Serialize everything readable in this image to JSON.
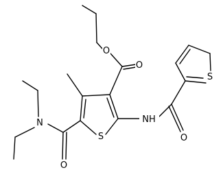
{
  "figure": {
    "kind": "skeletal-structure",
    "background_color": "#ffffff",
    "line_color": "#000000"
  },
  "atoms": {
    "ester_carbonyl_O": "O",
    "ester_ether_O": "O",
    "amide_NH": "NH",
    "amide_carbonyl_O_right": "O",
    "thiophene_S_right": "S",
    "thiophene_S_center": "S",
    "amine_N": "N",
    "amide_carbonyl_O_left": "O"
  }
}
